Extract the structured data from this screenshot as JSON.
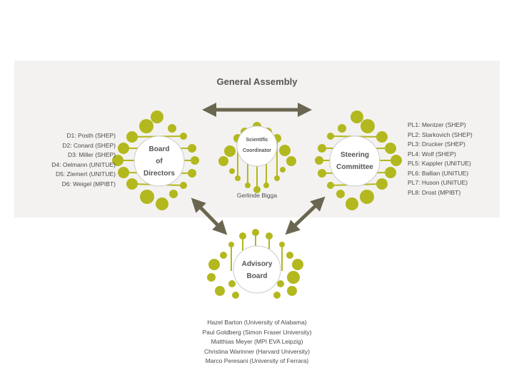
{
  "title": "General Assembly",
  "colors": {
    "accent": "#b3b81e",
    "arrow": "#6b6650",
    "band": "#f3f2f0"
  },
  "board": {
    "name_lines": [
      "Board",
      "of",
      "Directors"
    ],
    "members": [
      "D1: Posth (SHEP)",
      "D2: Conard (SHEP)",
      "D3: Miller (SHEP)",
      "D4: Oelmann (UNITUE)",
      "D5: Ziemert (UNITUE)",
      "D6: Weigel (MPIBT)"
    ]
  },
  "coordinator": {
    "name_lines": [
      "Scientific",
      "Coordinator"
    ],
    "person": "Gerlinde Bigga"
  },
  "steering": {
    "name_lines": [
      "Steering",
      "Committee"
    ],
    "members": [
      "PL1: Mentzer (SHEP)",
      "PL2: Starkovich (SHEP)",
      "PL3: Drucker (SHEP)",
      "PL4: Wolf (SHEP)",
      "PL5: Kappler (UNITUE)",
      "PL6: Ballian (UNITUE)",
      "PL7: Huson (UNITUE)",
      "PL8: Drost (MPIBT)"
    ]
  },
  "advisory": {
    "name_lines": [
      "Advisory",
      "Board"
    ],
    "members": [
      "Hazel Barton (University of Alabama)",
      "Paul Goldberg (Simon Fraser University)",
      "Matthias Meyer (MPI EVA Leipzig)",
      "Christina Warinner (Harvard University)",
      "Marco Peresani (University of Ferrara)"
    ]
  }
}
